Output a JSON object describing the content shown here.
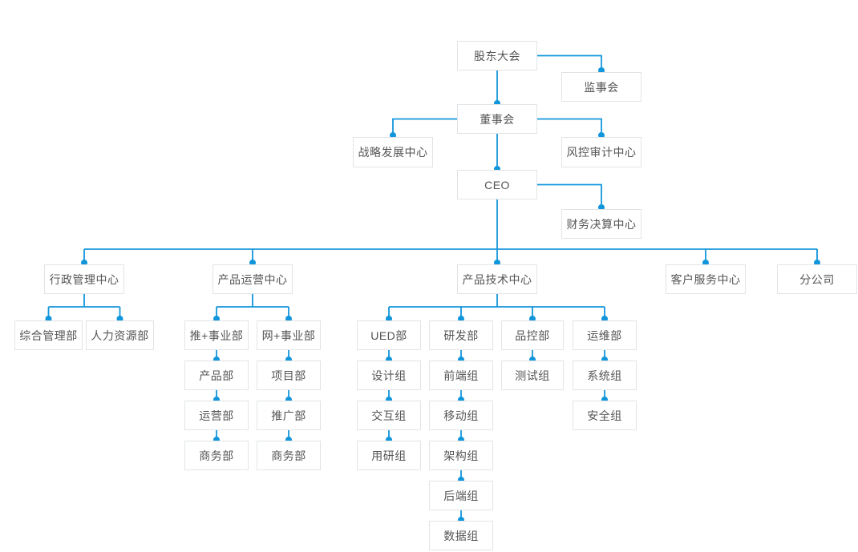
{
  "diagram": {
    "type": "org-chart",
    "root_label": "股东大会",
    "colors": {
      "connector_line": "#1296db",
      "connector_dot": "#1296db",
      "node_border": "#e1e4e6",
      "node_background": "#ffffff",
      "node_text": "#555555",
      "page_background": "#ffffff"
    },
    "nodes": [
      {
        "id": "gudong",
        "label": "股东大会",
        "parent": null,
        "link": null
      },
      {
        "id": "jianshihui",
        "label": "监事会",
        "parent": "gudong",
        "link": "side-right"
      },
      {
        "id": "dongshihui",
        "label": "董事会",
        "parent": "gudong",
        "link": "stack"
      },
      {
        "id": "zhanlue",
        "label": "战略发展中心",
        "parent": "dongshihui",
        "link": "side-left"
      },
      {
        "id": "fengkong",
        "label": "风控审计中心",
        "parent": "dongshihui",
        "link": "side-right"
      },
      {
        "id": "ceo",
        "label": "CEO",
        "parent": "dongshihui",
        "link": "stack"
      },
      {
        "id": "caiwu",
        "label": "财务决算中心",
        "parent": "ceo",
        "link": "side-right"
      },
      {
        "id": "xingzheng",
        "label": "行政管理中心",
        "parent": "ceo",
        "link": "fan"
      },
      {
        "id": "yunying",
        "label": "产品运营中心",
        "parent": "ceo",
        "link": "fan"
      },
      {
        "id": "jishu",
        "label": "产品技术中心",
        "parent": "ceo",
        "link": "fan"
      },
      {
        "id": "kefu",
        "label": "客户服务中心",
        "parent": "ceo",
        "link": "fan"
      },
      {
        "id": "fengongsi",
        "label": "分公司",
        "parent": "ceo",
        "link": "fan"
      },
      {
        "id": "zonghe",
        "label": "综合管理部",
        "parent": "xingzheng",
        "link": "fan"
      },
      {
        "id": "renli",
        "label": "人力资源部",
        "parent": "xingzheng",
        "link": "fan"
      },
      {
        "id": "tui",
        "label": "推+事业部",
        "parent": "yunying",
        "link": "fan"
      },
      {
        "id": "wang",
        "label": "网+事业部",
        "parent": "yunying",
        "link": "fan"
      },
      {
        "id": "ued",
        "label": "UED部",
        "parent": "jishu",
        "link": "fan"
      },
      {
        "id": "yanfa",
        "label": "研发部",
        "parent": "jishu",
        "link": "fan"
      },
      {
        "id": "pinkong",
        "label": "品控部",
        "parent": "jishu",
        "link": "fan"
      },
      {
        "id": "yunwei",
        "label": "运维部",
        "parent": "jishu",
        "link": "fan"
      },
      {
        "id": "chanpin",
        "label": "产品部",
        "parent": "tui",
        "link": "stack"
      },
      {
        "id": "xiangmu",
        "label": "项目部",
        "parent": "wang",
        "link": "stack"
      },
      {
        "id": "sheji",
        "label": "设计组",
        "parent": "ued",
        "link": "stack"
      },
      {
        "id": "qianduan",
        "label": "前端组",
        "parent": "yanfa",
        "link": "stack"
      },
      {
        "id": "ceshi",
        "label": "测试组",
        "parent": "pinkong",
        "link": "stack"
      },
      {
        "id": "xitong",
        "label": "系统组",
        "parent": "yunwei",
        "link": "stack"
      },
      {
        "id": "yingyunbu",
        "label": "运营部",
        "parent": "chanpin",
        "link": "stack"
      },
      {
        "id": "tuiguang",
        "label": "推广部",
        "parent": "xiangmu",
        "link": "stack"
      },
      {
        "id": "jiaohu",
        "label": "交互组",
        "parent": "sheji",
        "link": "stack"
      },
      {
        "id": "yidong",
        "label": "移动组",
        "parent": "qianduan",
        "link": "stack"
      },
      {
        "id": "anquan",
        "label": "安全组",
        "parent": "xitong",
        "link": "stack"
      },
      {
        "id": "shangwu1",
        "label": "商务部",
        "parent": "yingyunbu",
        "link": "stack"
      },
      {
        "id": "shangwu2",
        "label": "商务部",
        "parent": "tuiguang",
        "link": "stack"
      },
      {
        "id": "yongyan",
        "label": "用研组",
        "parent": "jiaohu",
        "link": "stack"
      },
      {
        "id": "jiagou",
        "label": "架构组",
        "parent": "yidong",
        "link": "stack"
      },
      {
        "id": "houduan",
        "label": "后端组",
        "parent": "jiagou",
        "link": "stack"
      },
      {
        "id": "shuju",
        "label": "数据组",
        "parent": "houduan",
        "link": "stack"
      }
    ]
  }
}
